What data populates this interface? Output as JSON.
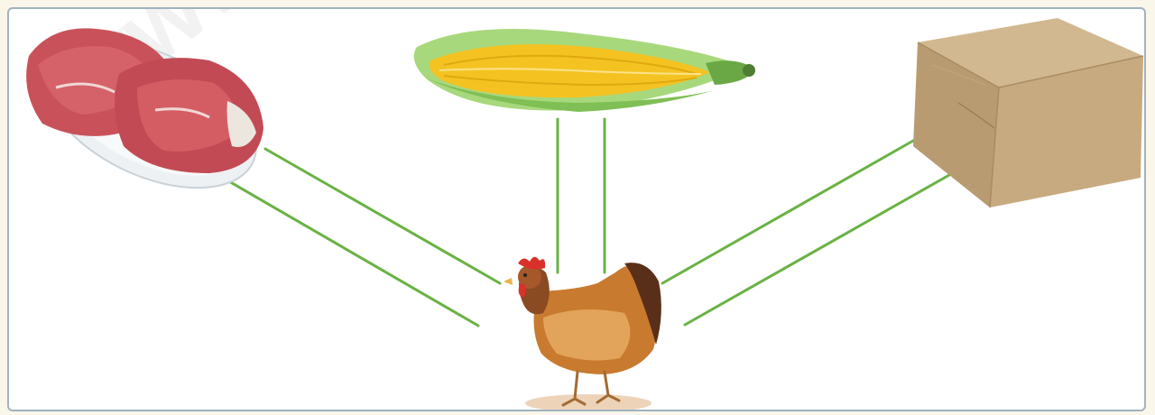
{
  "diagram": {
    "nodes": [
      {
        "id": "meat",
        "icon": "meat-on-plate-icon"
      },
      {
        "id": "corn",
        "icon": "corn-cob-icon"
      },
      {
        "id": "box",
        "icon": "cardboard-box-icon"
      },
      {
        "id": "hen",
        "icon": "hen-icon"
      }
    ],
    "connections": [
      {
        "from": "meat",
        "to": "hen",
        "style": "double-line"
      },
      {
        "from": "corn",
        "to": "hen",
        "style": "double-line"
      },
      {
        "from": "box",
        "to": "hen",
        "style": "double-line"
      }
    ],
    "line_color": "#69b244"
  },
  "watermark": {
    "text": "www.yo"
  }
}
